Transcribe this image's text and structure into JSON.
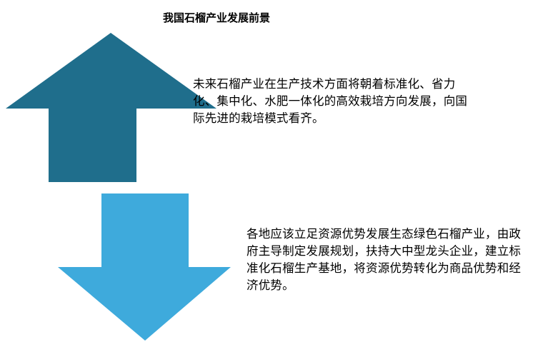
{
  "title": "我国石榴产业发展前景",
  "items": [
    {
      "direction": "up",
      "color": "#1f6e8c",
      "text": "未来石榴产业在生产技术方面将朝着标准化、省力化、集中化、水肥一体化的高效栽培方向发展，向国际先进的栽培模式看齐。"
    },
    {
      "direction": "down",
      "color": "#3eaadc",
      "text": "各地应该立足资源优势发展生态绿色石榴产业，由政府主导制定发展规划，扶持大中型龙头企业，建立标准化石榴生产基地，将资源优势转化为商品优势和经济优势。"
    }
  ]
}
